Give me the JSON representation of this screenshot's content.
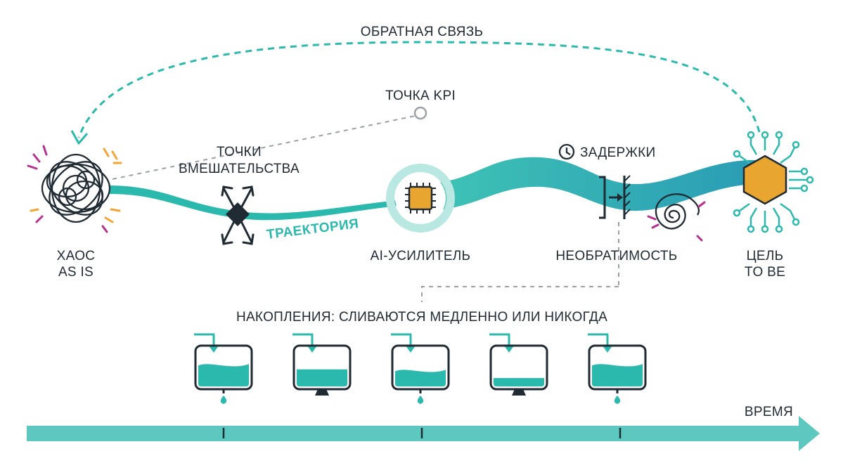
{
  "labels": {
    "feedback": "ОБРАТНАЯ СВЯЗЬ",
    "kpi_point": "ТОЧКА KPI",
    "intervention_line1": "ТОЧКИ",
    "intervention_line2": "ВМЕШАТЕЛЬСТВА",
    "chaos_line1": "ХАОС",
    "chaos_line2": "AS IS",
    "trajectory": "ТРАЕКТОРИЯ",
    "ai_amplifier": "AI-УСИЛИТЕЛЬ",
    "delays": "ЗАДЕРЖКИ",
    "irreversibility": "НЕОБРАТИМОСТЬ",
    "goal_line1": "ЦЕЛЬ",
    "goal_line2": "TO BE",
    "accumulations": "НАКОПЛЕНИЯ: СЛИВАЮТСЯ МЕДЛЕННО ИЛИ НИКОГДА",
    "time": "ВРЕМЯ"
  },
  "tanks": [
    {
      "fill_level": 0.55,
      "wave": true,
      "outlet": "drop"
    },
    {
      "fill_level": 0.45,
      "wave": false,
      "outlet": "stand"
    },
    {
      "fill_level": 0.4,
      "wave": true,
      "outlet": "drop"
    },
    {
      "fill_level": 0.22,
      "wave": false,
      "outlet": "stand"
    },
    {
      "fill_level": 0.55,
      "wave": true,
      "outlet": "drop"
    }
  ],
  "colors": {
    "teal": "#2bb8ad",
    "teal_dark": "#1f8fa3",
    "ink": "#1f2a33",
    "gold": "#e8a630",
    "accent_purple": "#b8308f",
    "accent_orange": "#f0a534",
    "arrow_bar": "#5cc8bf"
  },
  "icons": {
    "chaos": "tangled-loops-icon",
    "intervention": "four-way-arrows-diamond-icon",
    "ai": "chip-icon",
    "delay": "clock-icon",
    "irreversibility": "spiral-icon",
    "goal": "hexagon-circuit-icon"
  }
}
